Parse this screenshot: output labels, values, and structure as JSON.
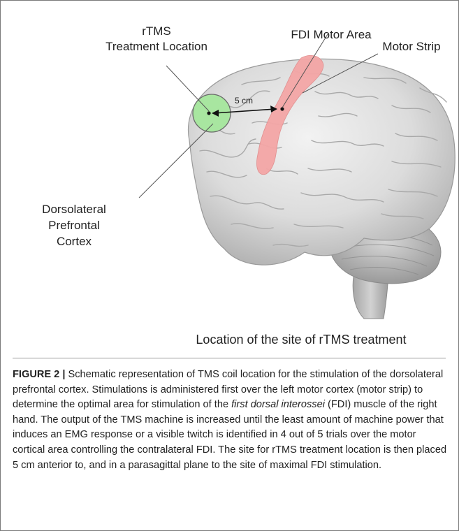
{
  "figure": {
    "label_rtms_line1": "rTMS",
    "label_rtms_line2": "Treatment Location",
    "label_fdi": "FDI Motor Area",
    "label_motor_strip": "Motor Strip",
    "label_distance": "5 cm",
    "label_dlpfc_line1": "Dorsolateral",
    "label_dlpfc_line2": "Prefrontal",
    "label_dlpfc_line3": "Cortex",
    "panel_title": "Location of the site of rTMS treatment",
    "colors": {
      "treatment_circle": "#a8e6a0",
      "motor_strip": "#f4a6a6",
      "brain": "#e4e4e4"
    }
  },
  "caption": {
    "figure_label": "FIGURE 2 |",
    "text_part1": " Schematic representation of TMS coil location for the stimulation of the dorsolateral prefrontal cortex. Stimulations is administered first over the left motor cortex (motor strip) to determine the optimal area for stimulation of the ",
    "text_italic": "first dorsal interossei",
    "text_part2": " (FDI) muscle of the right hand. The output of the TMS machine is increased until the least amount of machine power that induces an EMG response or a visible twitch is identified in 4 out of 5 trials over the motor cortical area controlling the contralateral FDI. The site for rTMS treatment location is then placed 5 cm anterior to, and in a parasagittal plane to the site of maximal FDI stimulation."
  }
}
